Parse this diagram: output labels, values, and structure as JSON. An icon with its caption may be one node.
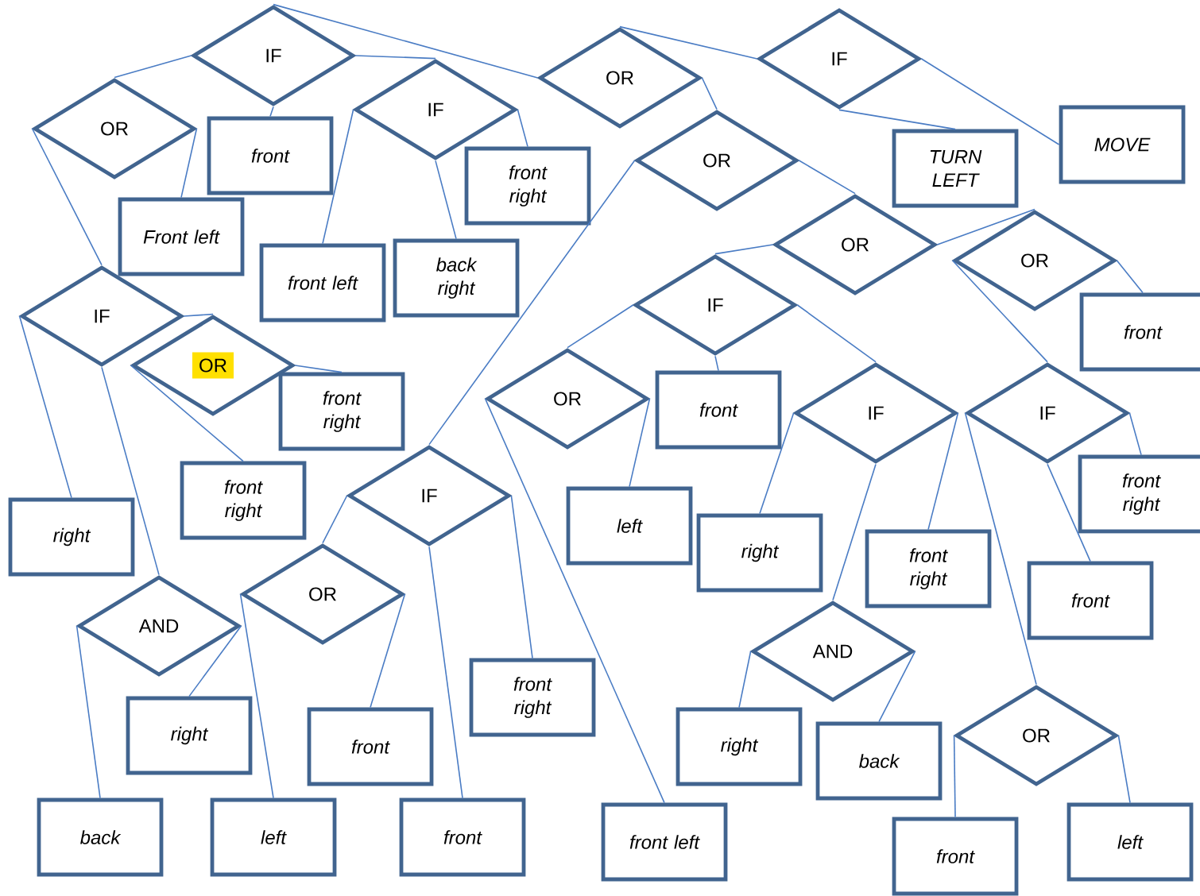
{
  "diagram": {
    "nodes": [
      {
        "text": [
          "IF"
        ]
      },
      {
        "text": [
          "OR"
        ]
      },
      {
        "text": [
          "front"
        ]
      },
      {
        "text": [
          "Front left"
        ]
      },
      {
        "text": [
          "IF"
        ]
      },
      {
        "text": [
          "front right"
        ]
      },
      {
        "text": [
          "front left"
        ]
      },
      {
        "text": [
          "back right"
        ]
      },
      {
        "text": [
          "OR"
        ]
      },
      {
        "text": [
          "IF"
        ]
      },
      {
        "text": [
          "TURN LEFT"
        ]
      },
      {
        "text": [
          "MOVE"
        ]
      },
      {
        "text": [
          "OR"
        ]
      },
      {
        "text": [
          "OR"
        ]
      },
      {
        "text": [
          "OR"
        ]
      },
      {
        "text": [
          "front"
        ]
      },
      {
        "text": [
          "IF"
        ]
      },
      {
        "text": [
          "OR"
        ]
      },
      {
        "text": [
          "front right"
        ]
      },
      {
        "text": [
          "front right"
        ]
      },
      {
        "text": [
          "right"
        ]
      },
      {
        "text": [
          "AND"
        ]
      },
      {
        "text": [
          "right"
        ]
      },
      {
        "text": [
          "back"
        ]
      },
      {
        "text": [
          "IF"
        ]
      },
      {
        "text": [
          "OR"
        ]
      },
      {
        "text": [
          "left"
        ]
      },
      {
        "text": [
          "front"
        ]
      },
      {
        "text": [
          "front right"
        ]
      },
      {
        "text": [
          "front"
        ]
      },
      {
        "text": [
          "IF"
        ]
      },
      {
        "text": [
          "OR"
        ]
      },
      {
        "text": [
          "front"
        ]
      },
      {
        "text": [
          "left"
        ]
      },
      {
        "text": [
          "IF"
        ]
      },
      {
        "text": [
          "right"
        ]
      },
      {
        "text": [
          "front right"
        ]
      },
      {
        "text": [
          "IF"
        ]
      },
      {
        "text": [
          "front right"
        ]
      },
      {
        "text": [
          "front"
        ]
      },
      {
        "text": [
          "AND"
        ]
      },
      {
        "text": [
          "right"
        ]
      },
      {
        "text": [
          "back"
        ]
      },
      {
        "text": [
          "OR"
        ]
      },
      {
        "text": [
          "front"
        ]
      },
      {
        "text": [
          "left"
        ]
      },
      {
        "text": [
          "front left"
        ]
      }
    ],
    "edges": [
      {
        "from": 0,
        "to": 1,
        "arrow": "none"
      },
      {
        "from": 0,
        "to": 2,
        "arrow": "none"
      },
      {
        "from": 0,
        "to": 4,
        "arrow": "none"
      },
      {
        "from": 0,
        "to": 8,
        "arrow": "none"
      },
      {
        "from": 1,
        "to": 16,
        "arrow": "none"
      },
      {
        "from": 1,
        "to": 3,
        "arrow": "none"
      },
      {
        "from": 4,
        "to": 6,
        "arrow": "none"
      },
      {
        "from": 4,
        "to": 7,
        "arrow": "none"
      },
      {
        "from": 4,
        "to": 5,
        "arrow": "none"
      },
      {
        "from": 8,
        "to": 9,
        "arrow": "none"
      },
      {
        "from": 8,
        "to": 12,
        "arrow": "none"
      },
      {
        "from": 9,
        "to": 10,
        "arrow": "none"
      },
      {
        "from": 9,
        "to": 11,
        "arrow": "none"
      },
      {
        "from": 12,
        "to": 24,
        "arrow": "none"
      },
      {
        "from": 12,
        "to": 13,
        "arrow": "none"
      },
      {
        "from": 13,
        "to": 30,
        "arrow": "none"
      },
      {
        "from": 13,
        "to": 14,
        "arrow": "none"
      },
      {
        "from": 14,
        "to": 15,
        "arrow": "none"
      },
      {
        "from": 14,
        "to": 37,
        "arrow": "none"
      },
      {
        "from": 16,
        "to": 20,
        "arrow": "none"
      },
      {
        "from": 16,
        "to": 21,
        "arrow": "none"
      },
      {
        "from": 16,
        "to": 17,
        "arrow": "none"
      },
      {
        "from": 17,
        "to": 19,
        "arrow": "none"
      },
      {
        "from": 17,
        "to": 18,
        "arrow": "none"
      },
      {
        "from": 21,
        "to": 23,
        "arrow": "none"
      },
      {
        "from": 21,
        "to": 22,
        "arrow": "none"
      },
      {
        "from": 24,
        "to": 25,
        "arrow": "none"
      },
      {
        "from": 24,
        "to": 29,
        "arrow": "none"
      },
      {
        "from": 24,
        "to": 28,
        "arrow": "none"
      },
      {
        "from": 25,
        "to": 26,
        "arrow": "none"
      },
      {
        "from": 25,
        "to": 27,
        "arrow": "none"
      },
      {
        "from": 30,
        "to": 31,
        "arrow": "none"
      },
      {
        "from": 30,
        "to": 32,
        "arrow": "none"
      },
      {
        "from": 30,
        "to": 34,
        "arrow": "none"
      },
      {
        "from": 31,
        "to": 46,
        "arrow": "none"
      },
      {
        "from": 31,
        "to": 33,
        "arrow": "none"
      },
      {
        "from": 34,
        "to": 35,
        "arrow": "none"
      },
      {
        "from": 34,
        "to": 40,
        "arrow": "none"
      },
      {
        "from": 34,
        "to": 36,
        "arrow": "none"
      },
      {
        "from": 37,
        "to": 43,
        "arrow": "none"
      },
      {
        "from": 37,
        "to": 39,
        "arrow": "none"
      },
      {
        "from": 37,
        "to": 38,
        "arrow": "none"
      },
      {
        "from": 40,
        "to": 41,
        "arrow": "none"
      },
      {
        "from": 40,
        "to": 42,
        "arrow": "none"
      },
      {
        "from": 43,
        "to": 44,
        "arrow": "none"
      },
      {
        "from": 43,
        "to": 45,
        "arrow": "none"
      }
    ]
  }
}
